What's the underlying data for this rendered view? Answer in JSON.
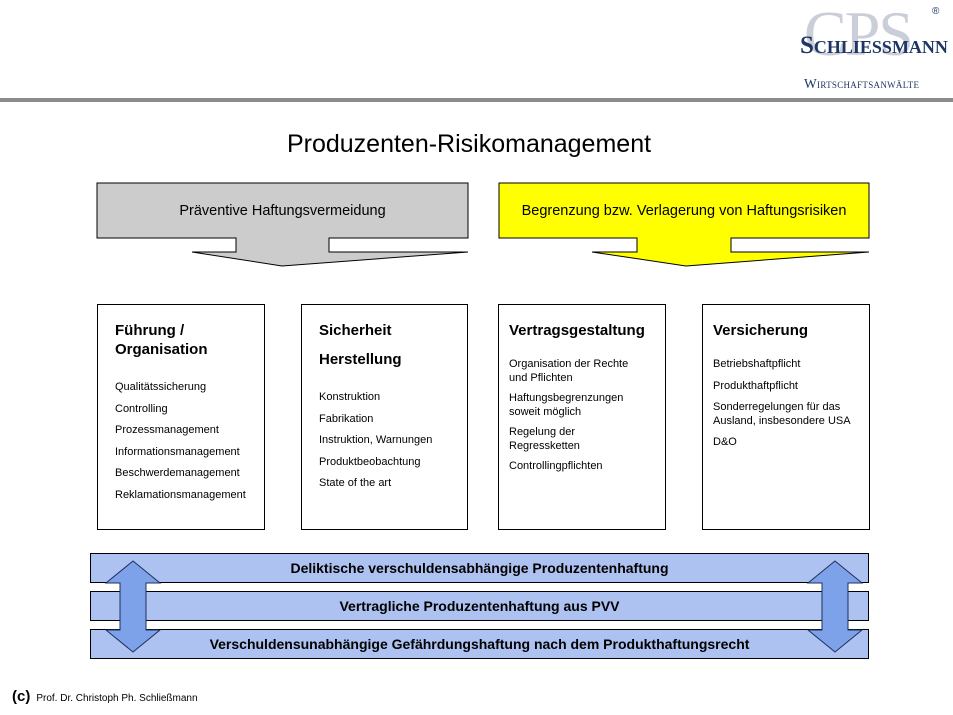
{
  "logo": {
    "letters": "CPS",
    "name": "Schließmann",
    "subtitle": "Wirtschaftsanwälte",
    "registered": "®"
  },
  "title": "Produzenten-Risikomanagement",
  "preventive": {
    "label": "Präventive Haftungsvermeidung",
    "color": "#cccccc"
  },
  "limitation": {
    "label": "Begrenzung bzw. Verlagerung von Haftungsrisiken",
    "color": "#ffff00"
  },
  "columns": [
    {
      "headings": [
        "Führung /",
        "Organisation"
      ],
      "items": [
        "Qualitätssicherung",
        "Controlling",
        "Prozessmanagement",
        "Informationsmanagement",
        "Beschwerdemanagement",
        "Reklamationsmanagement"
      ]
    },
    {
      "headings": [
        "Sicherheit",
        "Herstellung"
      ],
      "items": [
        "Konstruktion",
        "Fabrikation",
        "Instruktion, Warnungen",
        "Produktbeobachtung",
        "State of the art"
      ]
    },
    {
      "headings": [
        "Vertragsgestaltung"
      ],
      "items": [
        "Organisation der Rechte und Pflichten",
        "Haftungsbegrenzungen soweit möglich",
        "Regelung der Regressketten",
        "Controllingpflichten"
      ]
    },
    {
      "headings": [
        "Versicherung"
      ],
      "items": [
        "Betriebshaftpflicht",
        "Produkthaftpflicht",
        "Sonderregelungen für das Ausland, insbesondere USA",
        "D&O"
      ]
    }
  ],
  "bands": [
    "Deliktische verschuldensabhängige Produzentenhaftung",
    "Vertragliche Produzentenhaftung aus PVV",
    "Verschuldensunabhängige Gefährdungshaftung nach dem Produkthaftungsrecht"
  ],
  "band_color": "#adc2f0",
  "arrow_color": "#7da2ea",
  "footer": {
    "copyright": "(c)",
    "author": "Prof. Dr. Christoph Ph. Schließmann"
  }
}
